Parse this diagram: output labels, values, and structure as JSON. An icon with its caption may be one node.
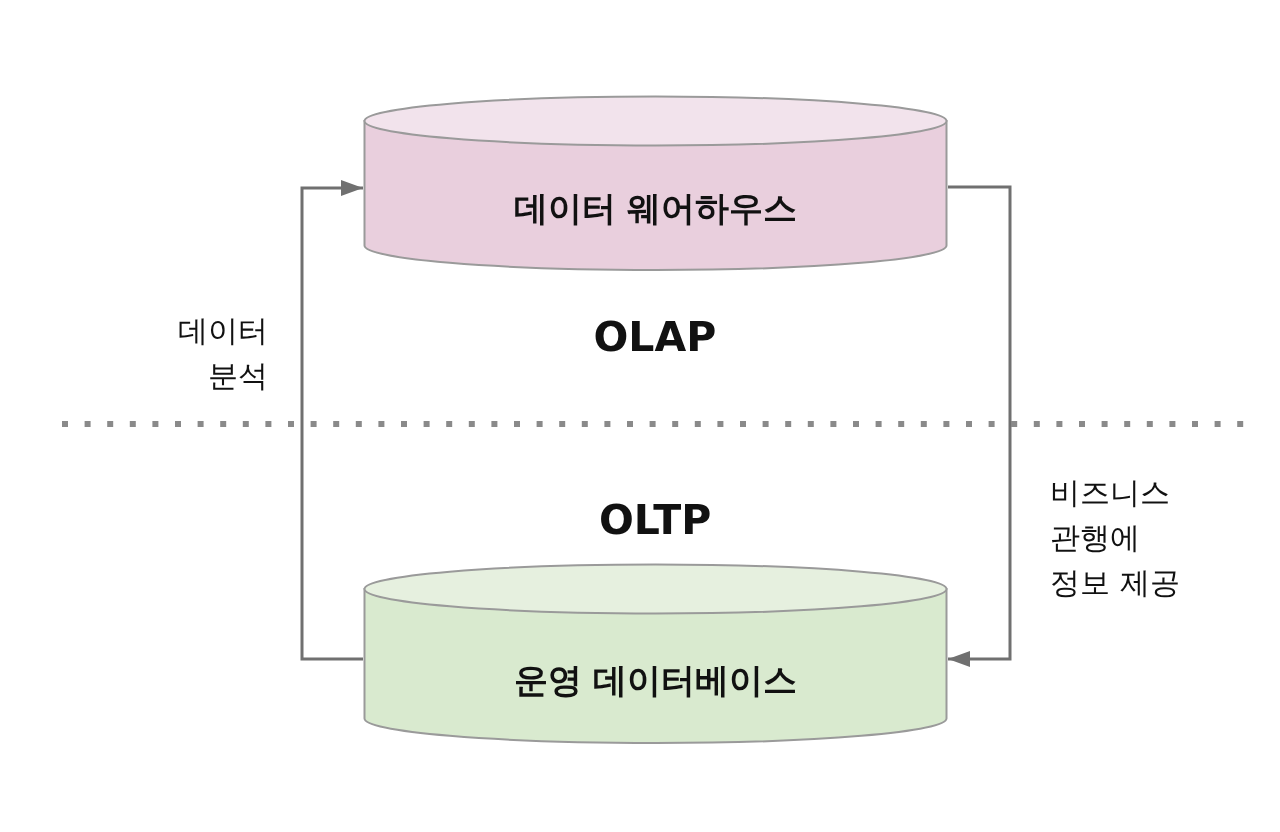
{
  "diagram": {
    "nodes": [
      {
        "text": [
          "데이터 웨어하우스"
        ]
      },
      {
        "text": [
          "운영 데이터베이스"
        ]
      }
    ],
    "edges": [
      {
        "from": 1,
        "to": 0,
        "arrow": "to",
        "label": "데이터 분석"
      },
      {
        "from": 0,
        "to": 1,
        "arrow": "to",
        "label": "비즈니스 관행에 정보 제공"
      }
    ],
    "labels": [
      "OLAP",
      "OLTP"
    ]
  }
}
